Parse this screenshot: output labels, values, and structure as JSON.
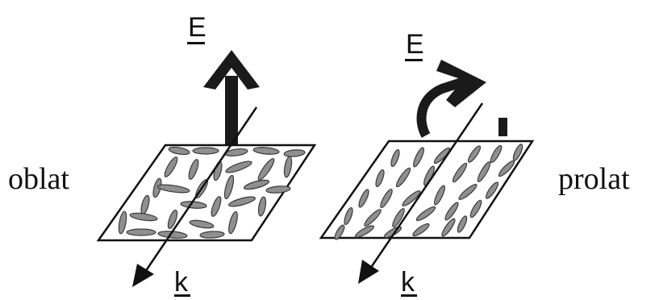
{
  "panels": [
    {
      "id": "left",
      "label": "oblat",
      "field_label": "E",
      "wave_label": "k",
      "field_arrow": "straight"
    },
    {
      "id": "right",
      "label": "prolat",
      "field_label": "E",
      "wave_label": "k",
      "field_arrow": "curved"
    }
  ],
  "colors": {
    "ink": "#111111",
    "flake_fill": "#8f8f8f",
    "flake_stroke": "#3a3a3a",
    "arrow_dark": "#1a1a1a"
  }
}
